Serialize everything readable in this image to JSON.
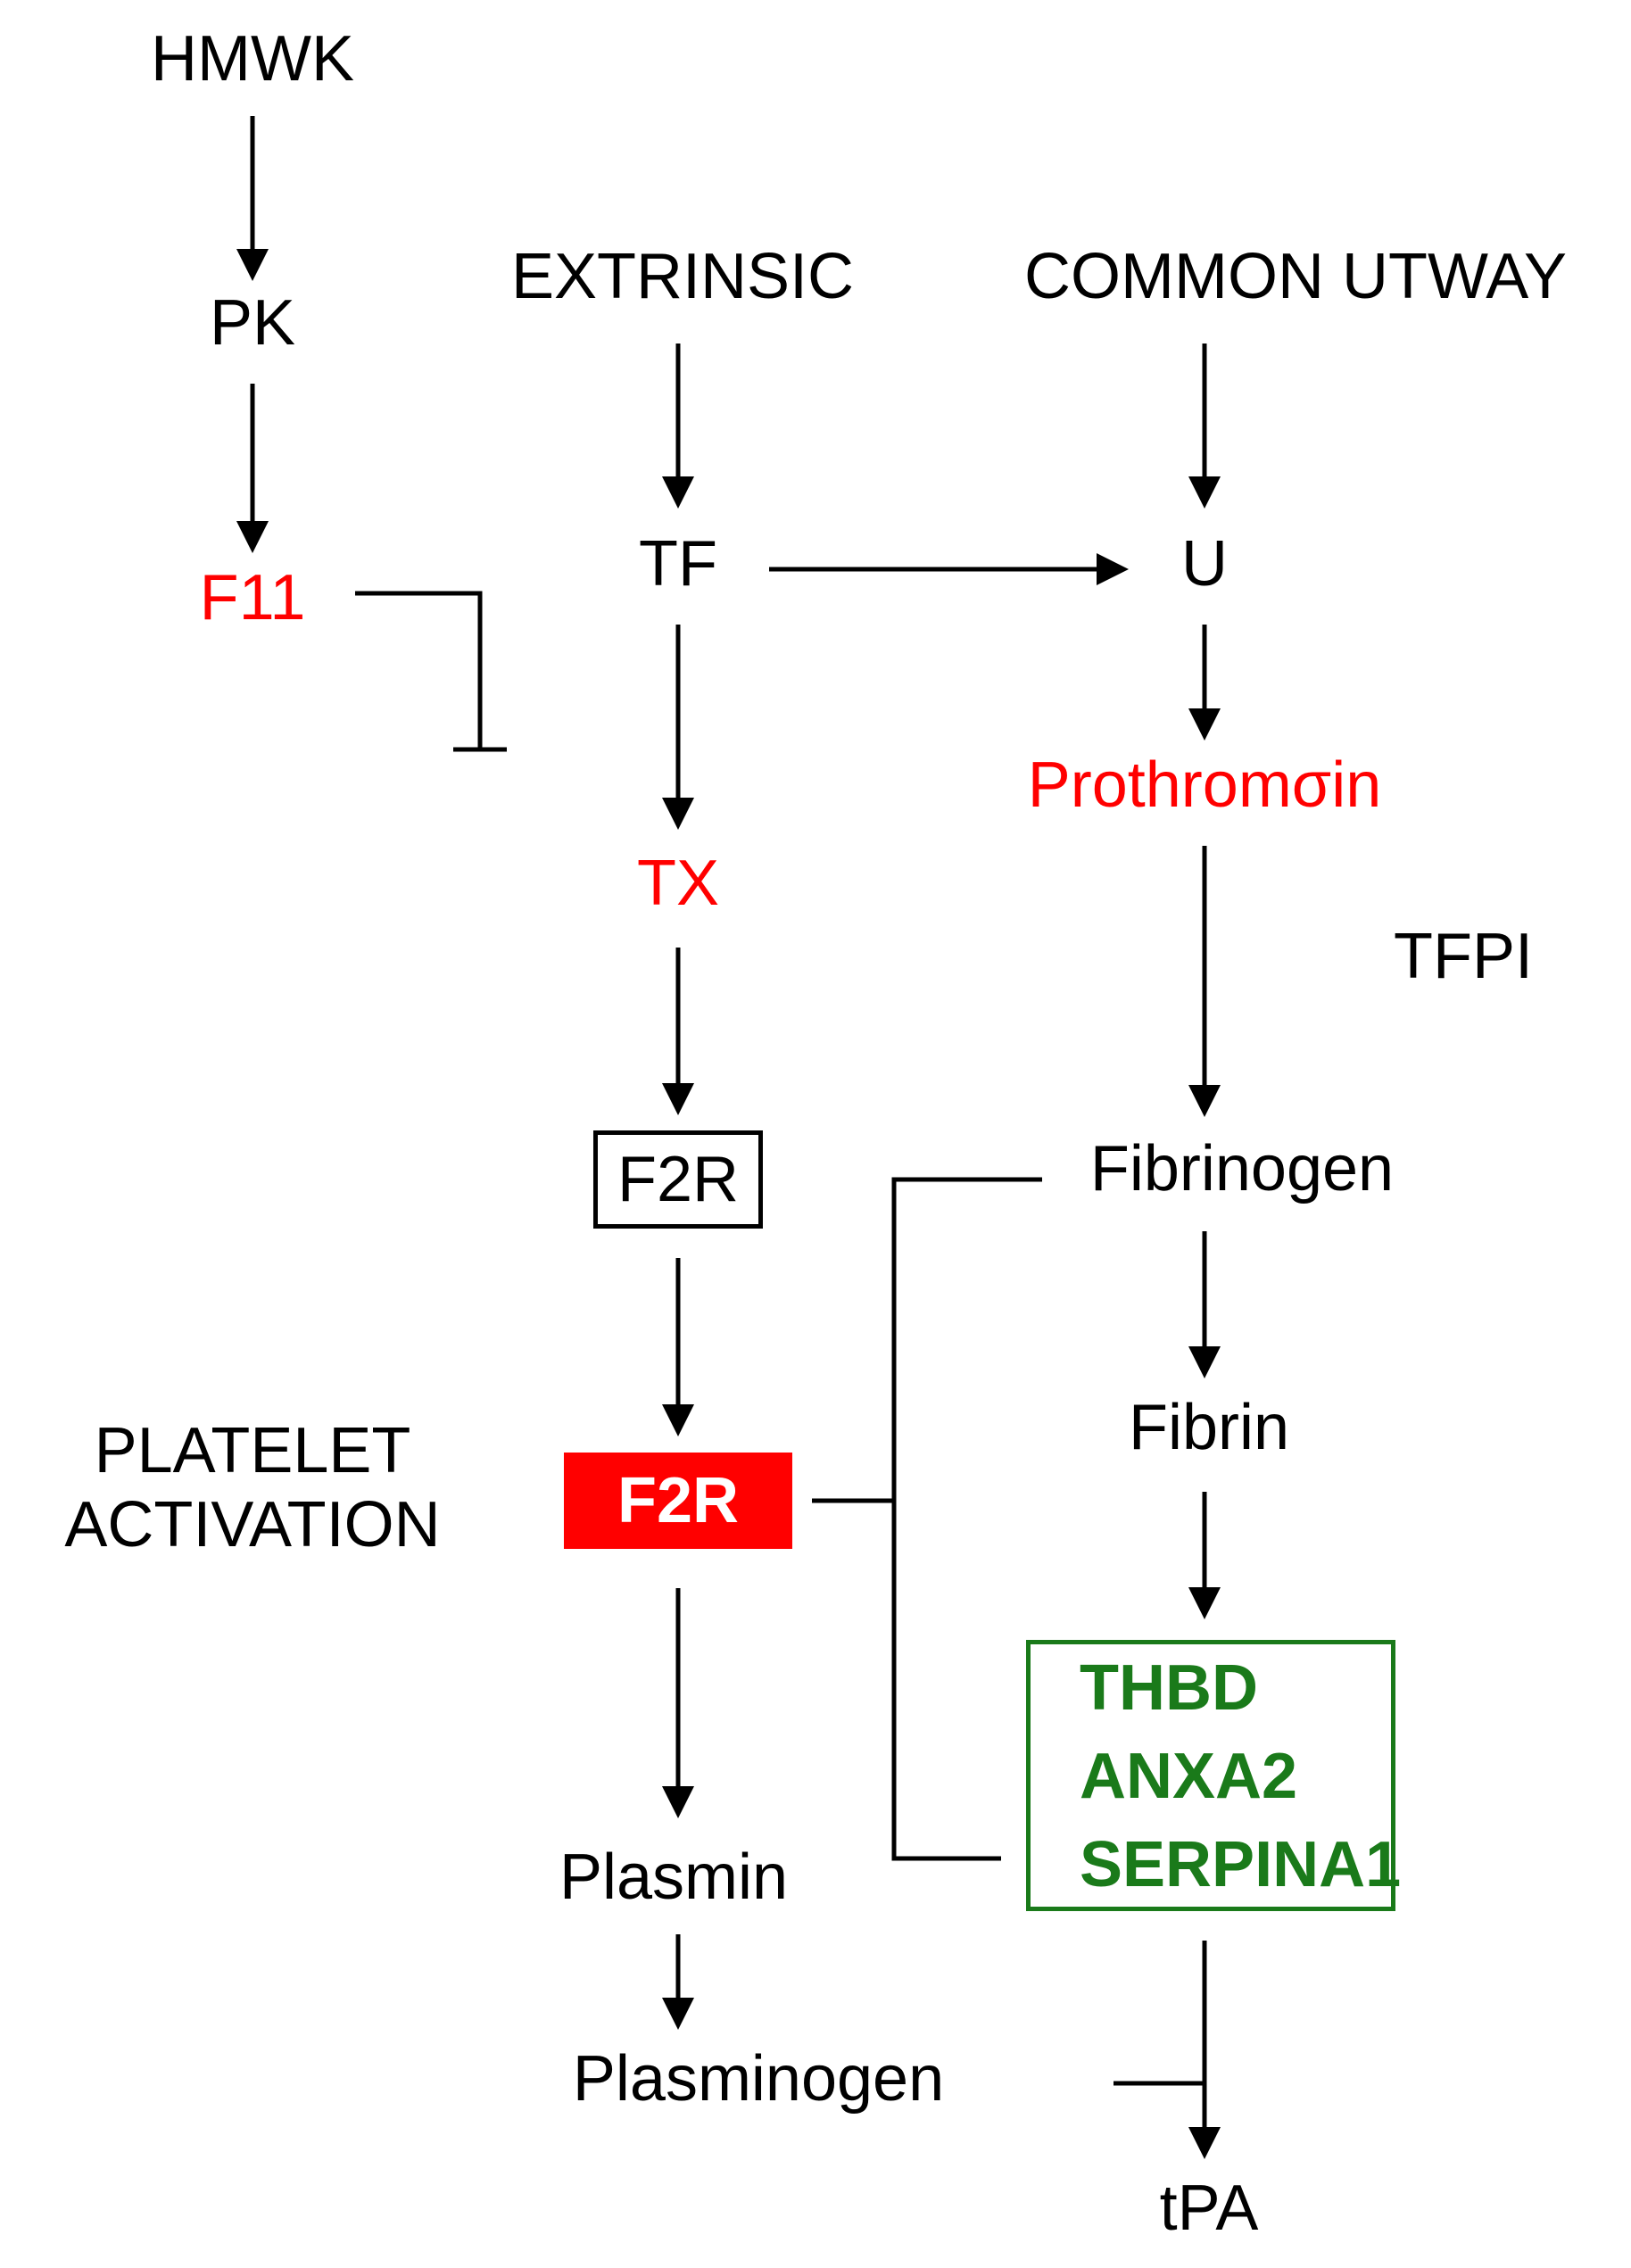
{
  "colors": {
    "ink": "#000000",
    "red": "#ff0000",
    "green": "#1a7a1a"
  },
  "nodes": {
    "hmwk": "HMWK",
    "pk": "PK",
    "f11": "F11",
    "extrinsic": "EXTRINSIC",
    "common_pathway": "COMMON UTWAY",
    "tf": "TF",
    "u": "U",
    "prothrombin": "Prothromσin",
    "tx": "TX",
    "tfpi": "TFPI",
    "f2r_outline": "F2R",
    "fibrinogen": "Fibrinogen",
    "platelet_activation_line1": "PLATELET",
    "platelet_activation_line2": "ACTIVATION",
    "f2r_filled": "F2R",
    "fibrin": "Fibrin",
    "green_genes": [
      "THBD",
      "ANXA2",
      "SERPINA1"
    ],
    "plasmin": "Plasmin",
    "plasminogen": "Plasminogen",
    "tpa": "tPA"
  }
}
